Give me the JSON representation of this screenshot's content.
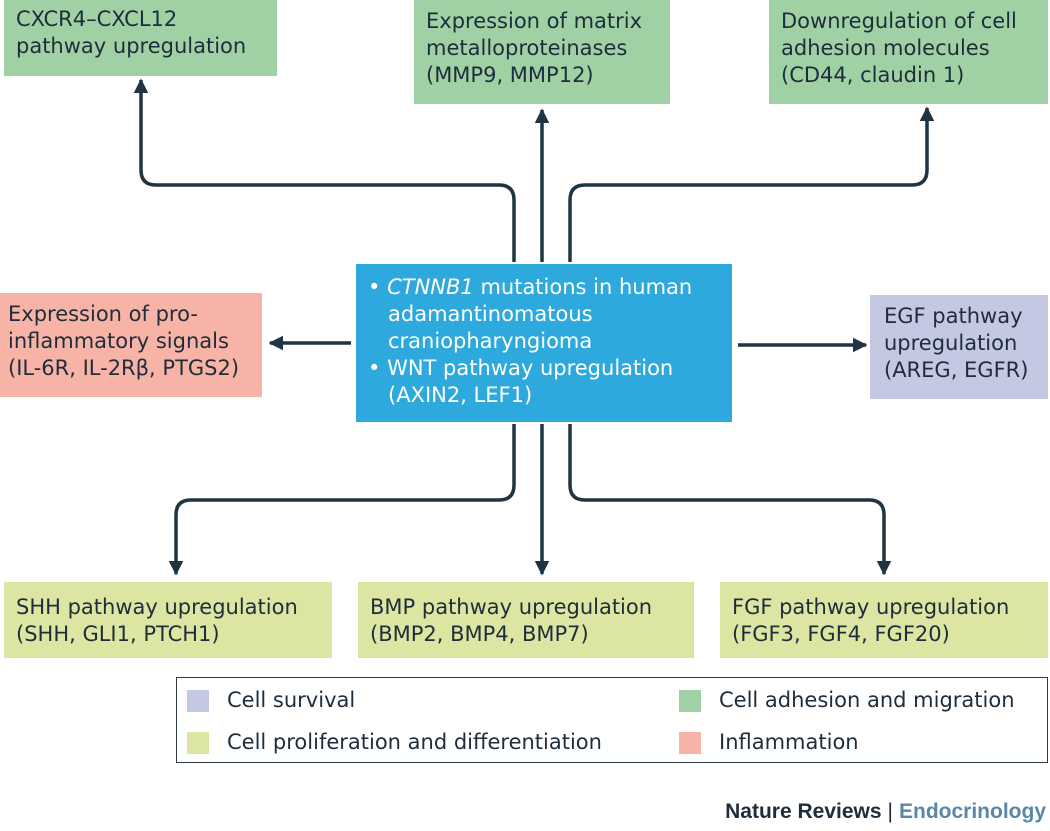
{
  "colors": {
    "cell_survival": "#c5c8e2",
    "cell_adhesion_migration": "#9fd1a4",
    "proliferation_differentiation": "#dde5a3",
    "inflammation": "#f7b3a6",
    "center": "#2ea9dd",
    "arrow": "#1f3544"
  },
  "center": {
    "bullet": "•",
    "item1_italic": "CTNNB1",
    "item1_rest": " mutations in human",
    "item1_line2": "adamantinomatous",
    "item1_line3": "craniopharyngioma",
    "item2_line1": "WNT pathway upregulation",
    "item2_line2": "(AXIN2, LEF1)"
  },
  "boxes": {
    "cxcr4": {
      "line1": "CXCR4–CXCL12",
      "line2": "pathway upregulation",
      "category": "cell_adhesion_migration"
    },
    "mmp": {
      "line1": "Expression of matrix",
      "line2": "metalloproteinases",
      "line3": "(MMP9, MMP12)",
      "category": "cell_adhesion_migration"
    },
    "adhesion": {
      "line1": "Downregulation of cell",
      "line2": "adhesion molecules",
      "line3": "(CD44, claudin 1)",
      "category": "cell_adhesion_migration"
    },
    "inflam": {
      "line1": "Expression of pro-",
      "line2": "inflammatory signals",
      "line3": "(IL-6R, IL-2Rβ, PTGS2)",
      "category": "inflammation"
    },
    "egf": {
      "line1": "EGF pathway",
      "line2": "upregulation",
      "line3": "(AREG, EGFR)",
      "category": "cell_survival"
    },
    "shh": {
      "line1": "SHH pathway upregulation",
      "line2": "(SHH, GLI1, PTCH1)",
      "category": "proliferation_differentiation"
    },
    "bmp": {
      "line1": "BMP pathway upregulation",
      "line2": "(BMP2, BMP4, BMP7)",
      "category": "proliferation_differentiation"
    },
    "fgf": {
      "line1": "FGF pathway upregulation",
      "line2": "(FGF3, FGF4, FGF20)",
      "category": "proliferation_differentiation"
    }
  },
  "legend": {
    "cell_survival": "Cell survival",
    "cell_adhesion_migration": "Cell adhesion and migration",
    "proliferation_differentiation": "Cell proliferation and differentiation",
    "inflammation": "Inflammation"
  },
  "footer": {
    "journal": "Nature Reviews",
    "separator": "|",
    "field": "Endocrinology"
  }
}
